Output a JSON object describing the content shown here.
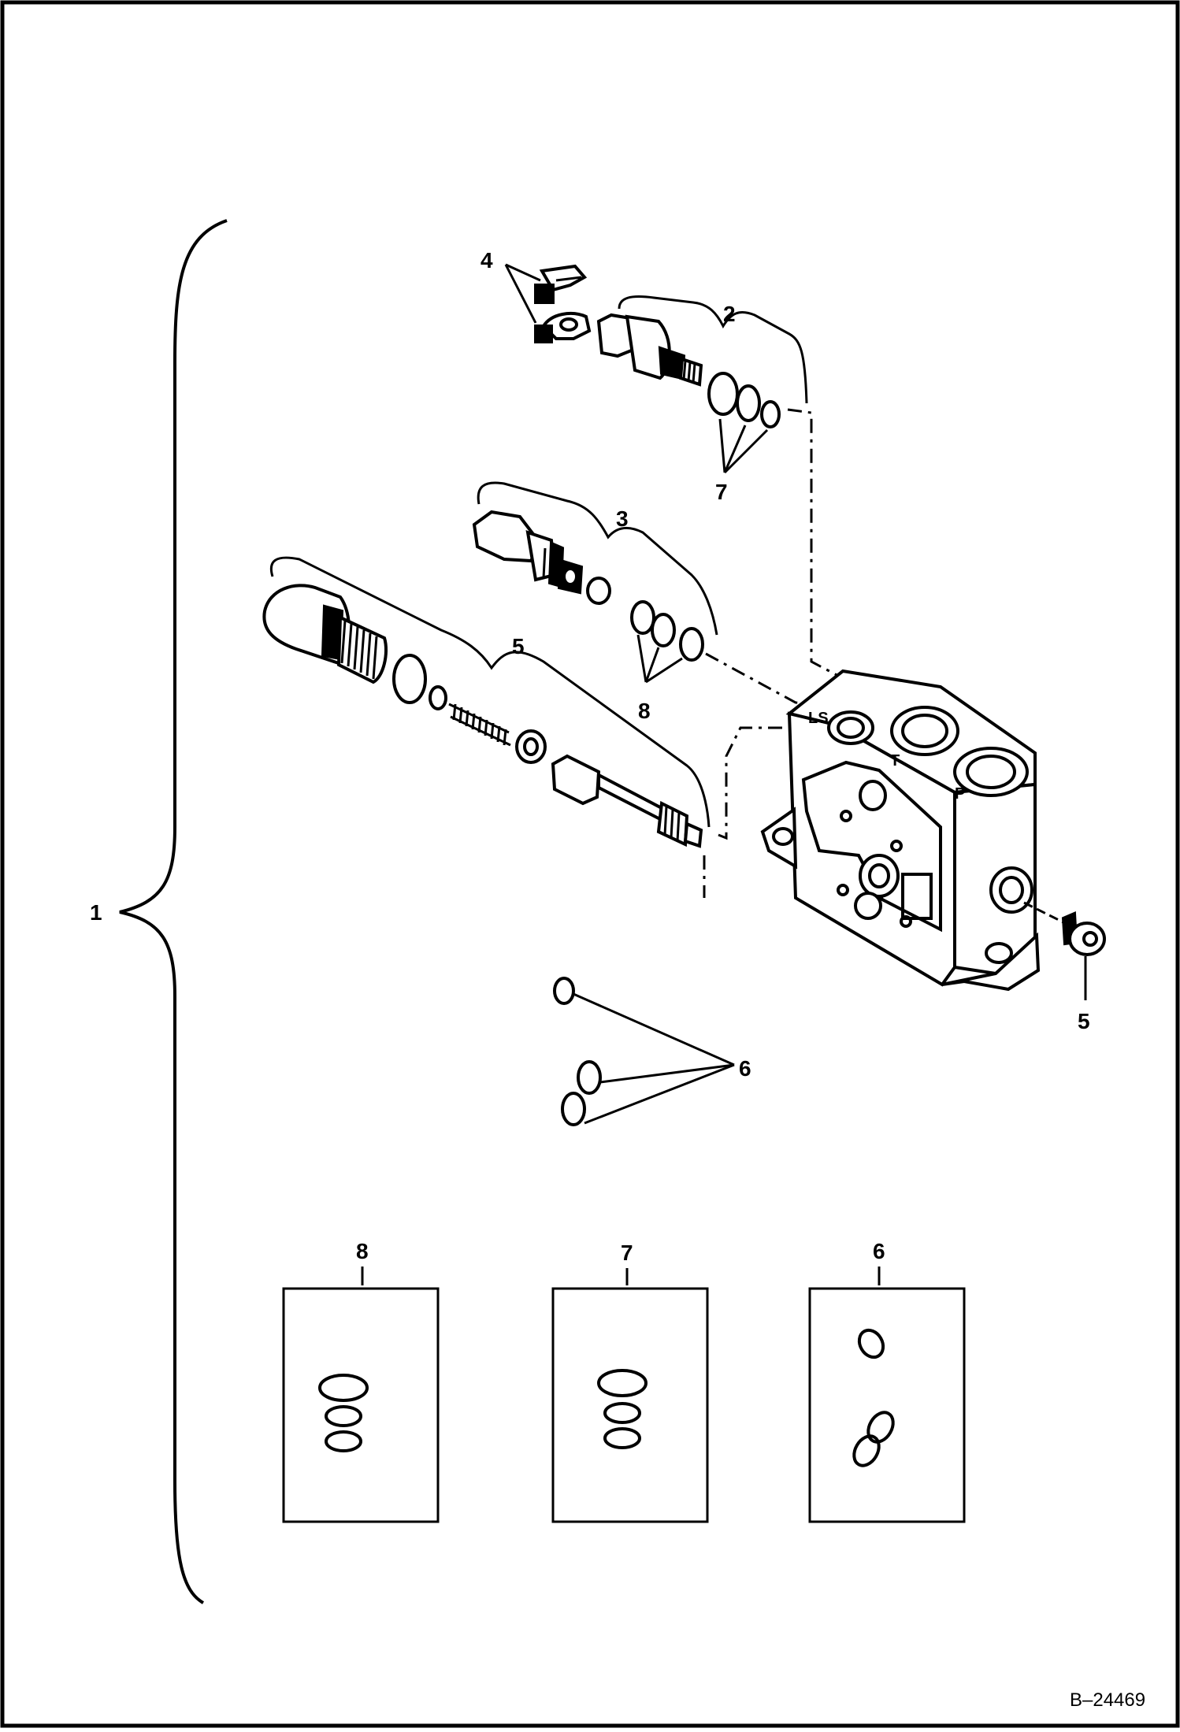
{
  "diagram": {
    "figure_id": "B–24469",
    "callouts": {
      "assembly": "1",
      "relief_valve_a": "2",
      "relief_valve_b": "3",
      "clamp": "4",
      "spool_group": "5",
      "plug": "5",
      "orings_base": "6",
      "orings_valve_a": "7",
      "orings_valve_b": "8"
    },
    "ports": {
      "ls": "LS",
      "tank": "T",
      "pressure": "P"
    },
    "kits": [
      {
        "label": "8"
      },
      {
        "label": "7"
      },
      {
        "label": "6"
      }
    ]
  }
}
